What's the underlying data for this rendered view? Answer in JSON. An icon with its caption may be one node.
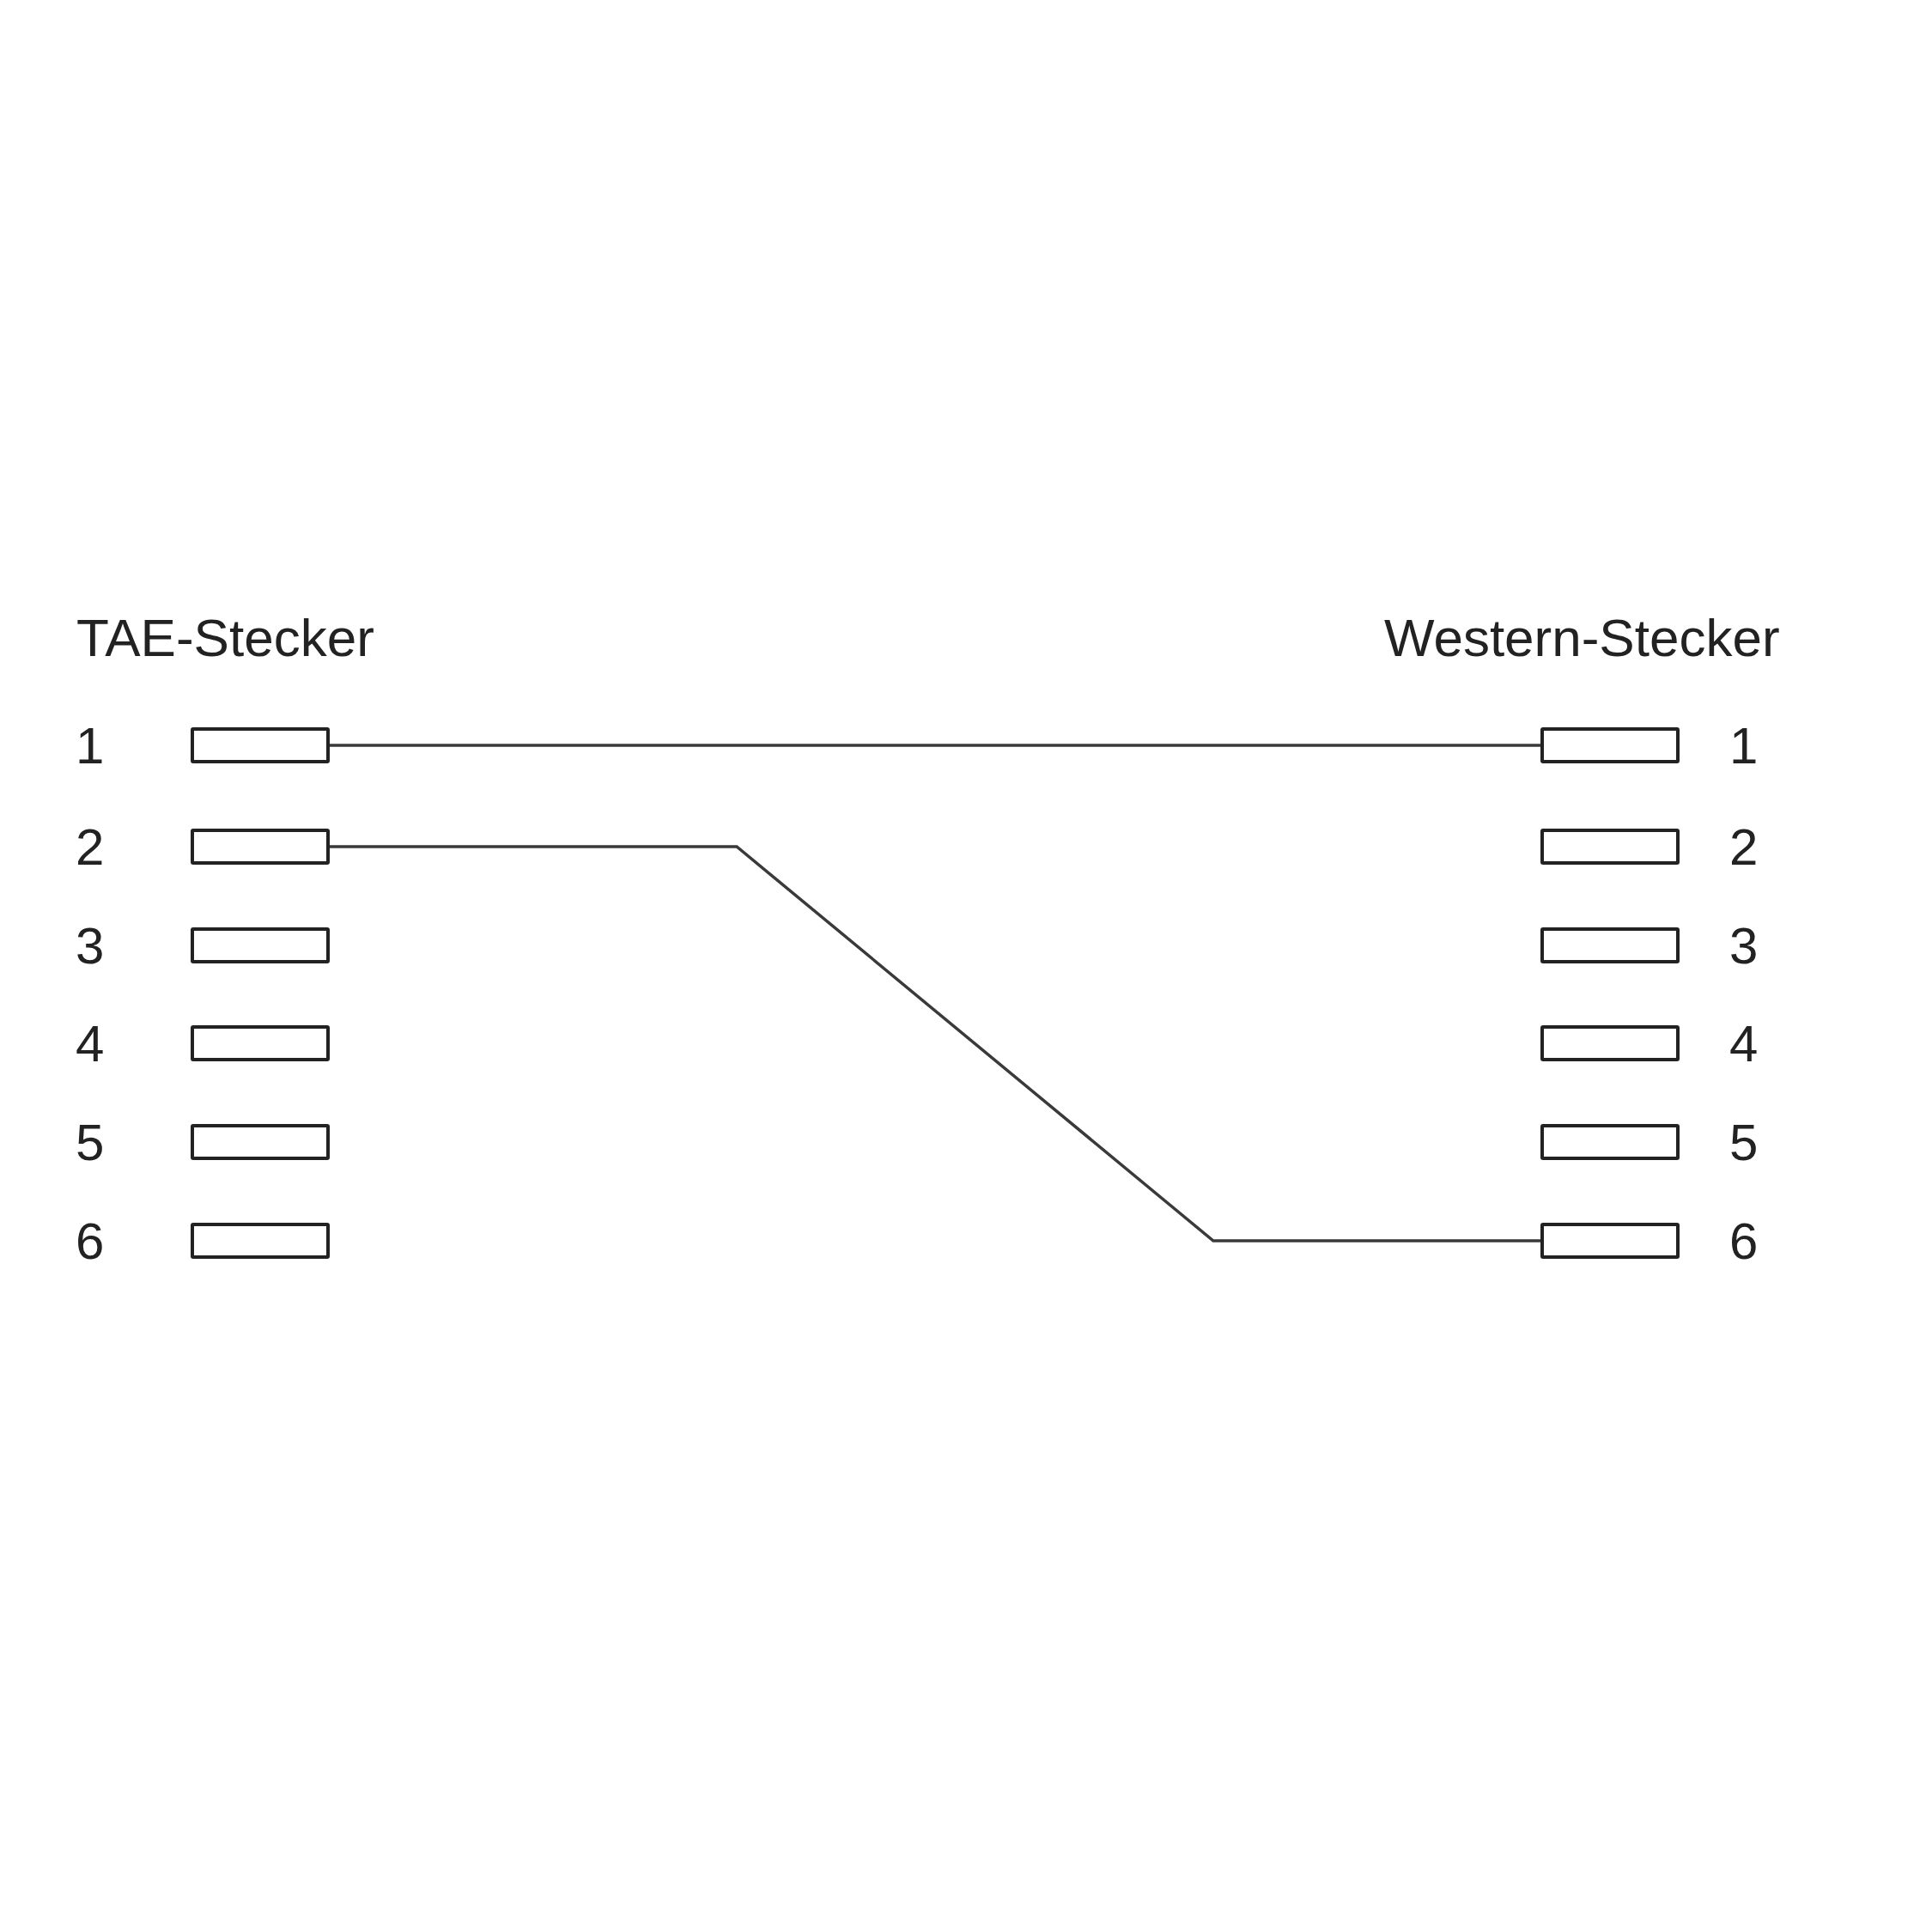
{
  "diagram": {
    "nodes": [
      {
        "text": [],
        "shape": "box",
        "beside": [
          "1"
        ]
      },
      {
        "text": [],
        "shape": "box",
        "beside": [
          "2"
        ]
      },
      {
        "text": [],
        "shape": "box",
        "beside": [
          "3"
        ]
      },
      {
        "text": [],
        "shape": "box",
        "beside": [
          "4"
        ]
      },
      {
        "text": [],
        "shape": "box",
        "beside": [
          "5"
        ]
      },
      {
        "text": [],
        "shape": "box",
        "beside": [
          "6"
        ]
      },
      {
        "text": [],
        "shape": "box",
        "beside": [
          "1"
        ]
      },
      {
        "text": [],
        "shape": "box",
        "beside": [
          "2"
        ]
      },
      {
        "text": [],
        "shape": "box",
        "beside": [
          "3"
        ]
      },
      {
        "text": [],
        "shape": "box",
        "beside": [
          "4"
        ]
      },
      {
        "text": [],
        "shape": "box",
        "beside": [
          "5"
        ]
      },
      {
        "text": [],
        "shape": "box",
        "beside": [
          "6"
        ]
      }
    ],
    "edges": [
      {
        "from": 0,
        "to": 6,
        "arrow": "none"
      },
      {
        "from": 1,
        "to": 11,
        "arrow": "none"
      }
    ],
    "labels": [
      "TAE-Stecker",
      "Western-Stecker"
    ]
  }
}
